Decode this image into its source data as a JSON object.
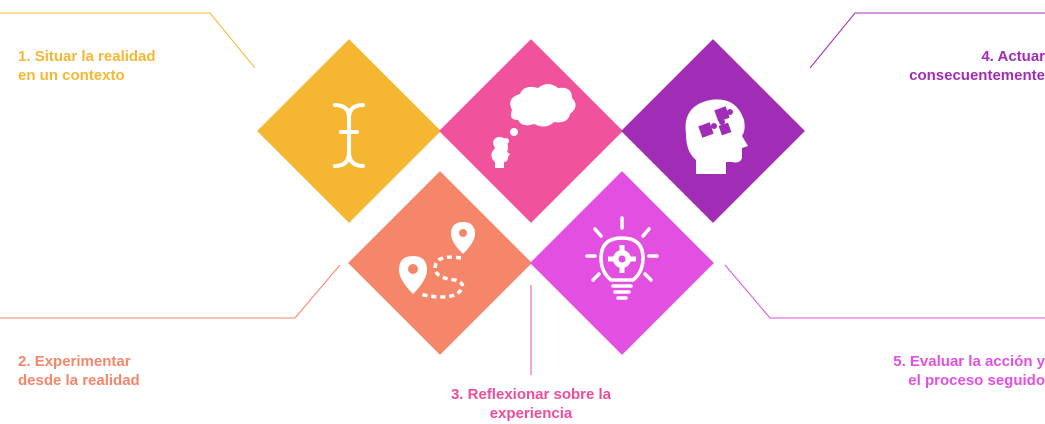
{
  "steps": [
    {
      "number": "1.",
      "line1": "Situar la realidad",
      "line2": "en un contexto",
      "color": "#F5B731",
      "icon": "text-cursor-icon"
    },
    {
      "number": "2.",
      "line1": "Experimentar",
      "line2": "desde la realidad",
      "color": "#F5866A",
      "icon": "route-map-icon"
    },
    {
      "number": "3.",
      "line1": "Reflexionar sobre la",
      "line2": "experiencia",
      "color": "#F0529C",
      "icon": "thinking-head-icon"
    },
    {
      "number": "4.",
      "line1": "Actuar",
      "line2": "consecuentemente",
      "color": "#A12CB5",
      "icon": "puzzle-head-icon"
    },
    {
      "number": "5.",
      "line1": "Evaluar la acción y",
      "line2": "el proceso seguido",
      "color": "#E34FE0",
      "icon": "lightbulb-gear-icon"
    }
  ],
  "colors": {
    "yellow": "#F5B731",
    "salmon": "#F5866A",
    "pink": "#F0529C",
    "purple": "#A12CB5",
    "magenta": "#E34FE0",
    "label1": "#F5B731",
    "label2": "#F5866A",
    "label3": "#EE4C9C",
    "label4": "#A12CB5",
    "label5": "#E34FE0"
  }
}
